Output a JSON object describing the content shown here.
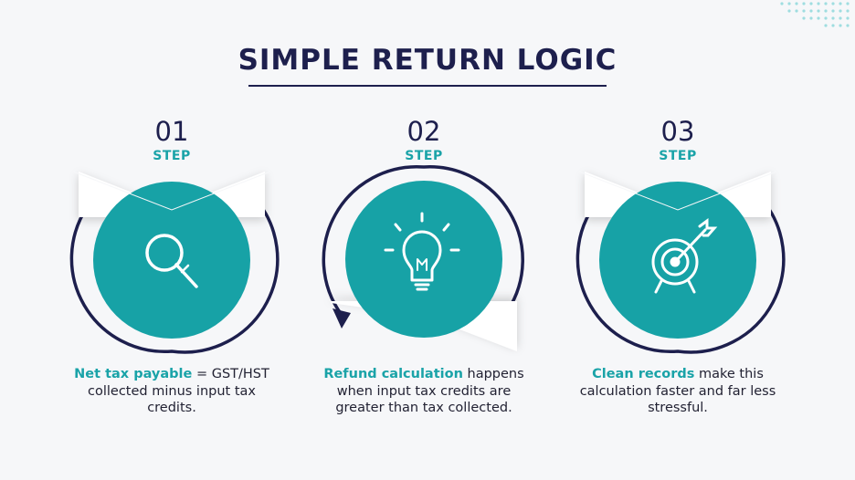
{
  "title": "SIMPLE RETURN LOGIC",
  "colors": {
    "navy": "#1d1f4d",
    "teal": "#17a2a6",
    "text": "#222233"
  },
  "steps": [
    {
      "number": "01",
      "label": "STEP",
      "icon": "magnifier-icon",
      "highlight": "Net tax payable",
      "rest": " = GST/HST collected minus input tax credits."
    },
    {
      "number": "02",
      "label": "STEP",
      "icon": "lightbulb-icon",
      "highlight": "Refund calculation",
      "rest": " happens when input tax credits are greater than tax collected."
    },
    {
      "number": "03",
      "label": "STEP",
      "icon": "target-icon",
      "highlight": "Clean records",
      "rest": " make this calculation faster and far less stressful."
    }
  ]
}
